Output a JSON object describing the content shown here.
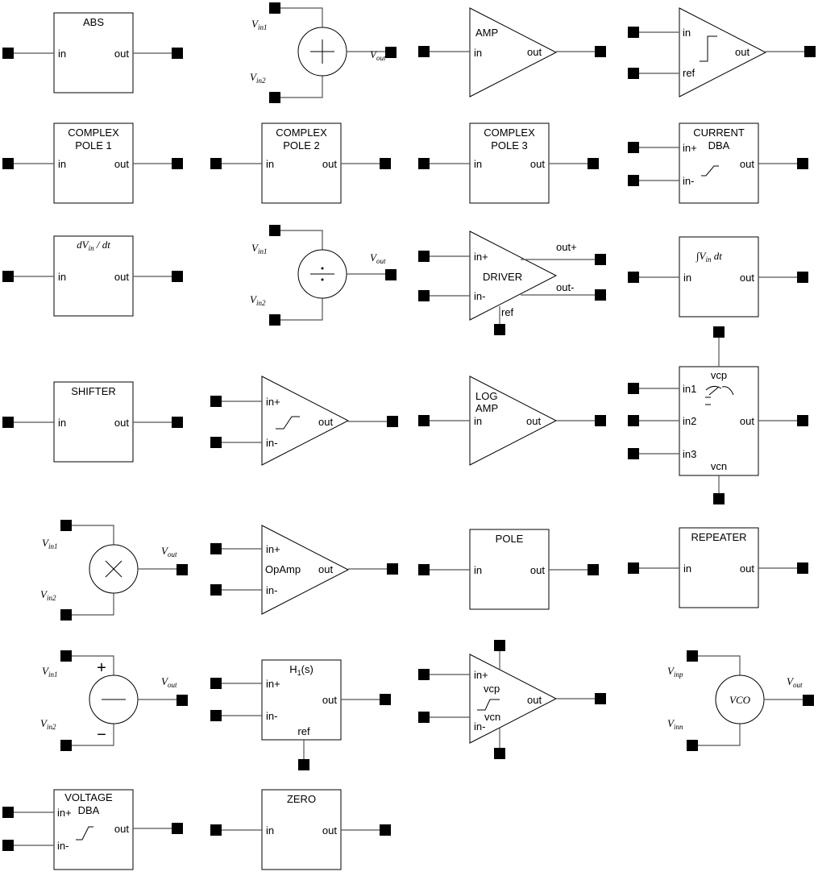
{
  "blocks": {
    "abs": {
      "title": [
        "ABS"
      ],
      "in": "in",
      "out": "out"
    },
    "adder": {
      "vin1": {
        "main": "V",
        "sub": "in1"
      },
      "vin2": {
        "main": "V",
        "sub": "in2"
      },
      "vout": {
        "main": "V",
        "sub": "out"
      }
    },
    "amp": {
      "title": "AMP",
      "in": "in",
      "out": "out"
    },
    "comparator": {
      "in": "in",
      "ref": "ref",
      "out": "out"
    },
    "complex_pole_1": {
      "title": [
        "COMPLEX",
        "POLE 1"
      ],
      "in": "in",
      "out": "out"
    },
    "complex_pole_2": {
      "title": [
        "COMPLEX",
        "POLE 2"
      ],
      "in": "in",
      "out": "out"
    },
    "complex_pole_3": {
      "title": [
        "COMPLEX",
        "POLE 3"
      ],
      "in": "in",
      "out": "out"
    },
    "current_dba": {
      "title": [
        "CURRENT",
        "DBA"
      ],
      "in_pos": "in+",
      "in_neg": "in-",
      "out": "out"
    },
    "differentiator": {
      "title": "dV",
      "title_sub": "in",
      "title_rest": " / dt",
      "in": "in",
      "out": "out"
    },
    "divider": {
      "vin1": {
        "main": "V",
        "sub": "in1"
      },
      "vin2": {
        "main": "V",
        "sub": "in2"
      },
      "vout": {
        "main": "V",
        "sub": "out"
      }
    },
    "driver": {
      "title": "DRIVER",
      "in_pos": "in+",
      "in_neg": "in-",
      "out_pos": "out+",
      "out_neg": "out-",
      "ref": "ref"
    },
    "integrator": {
      "title": "∫V",
      "title_sub": "in",
      "title_rest": " dt",
      "in": "in",
      "out": "out"
    },
    "shifter": {
      "title": [
        "SHIFTER"
      ],
      "in": "in",
      "out": "out"
    },
    "diff_comparator": {
      "in_pos": "in+",
      "in_neg": "in-",
      "out": "out"
    },
    "log_amp": {
      "title": [
        "LOG",
        "AMP"
      ],
      "in": "in",
      "out": "out"
    },
    "mux3": {
      "vcp": "vcp",
      "vcn": "vcn",
      "in1": "in1",
      "in2": "in2",
      "in3": "in3",
      "out": "out"
    },
    "multiplier": {
      "vin1": {
        "main": "V",
        "sub": "in1"
      },
      "vin2": {
        "main": "V",
        "sub": "in2"
      },
      "vout": {
        "main": "V",
        "sub": "out"
      }
    },
    "opamp": {
      "title": "OpAmp",
      "in_pos": "in+",
      "in_neg": "in-",
      "out": "out"
    },
    "pole": {
      "title": [
        "POLE"
      ],
      "in": "in",
      "out": "out"
    },
    "repeater": {
      "title": [
        "REPEATER"
      ],
      "in": "in",
      "out": "out"
    },
    "subtractor": {
      "vin1": {
        "main": "V",
        "sub": "in1"
      },
      "vin2": {
        "main": "V",
        "sub": "in2"
      },
      "vout": {
        "main": "V",
        "sub": "out"
      },
      "plus": "+",
      "minus": "−"
    },
    "transfer_function": {
      "title": "H",
      "title_sub": "1",
      "title_rest": "(s)",
      "in_pos": "in+",
      "in_neg": "in-",
      "out": "out",
      "ref": "ref"
    },
    "supplied_comparator": {
      "in_pos": "in+",
      "in_neg": "in-",
      "vcp": "vcp",
      "vcn": "vcn",
      "out": "out"
    },
    "vco": {
      "title": "VCO",
      "vinp": {
        "main": "V",
        "sub": "inp"
      },
      "vinn": {
        "main": "V",
        "sub": "inn"
      },
      "vout": {
        "main": "V",
        "sub": "out"
      }
    },
    "voltage_dba": {
      "title": [
        "VOLTAGE",
        "DBA"
      ],
      "in_pos": "in+",
      "in_neg": "in-",
      "out": "out"
    },
    "zero": {
      "title": [
        "ZERO"
      ],
      "in": "in",
      "out": "out"
    }
  }
}
